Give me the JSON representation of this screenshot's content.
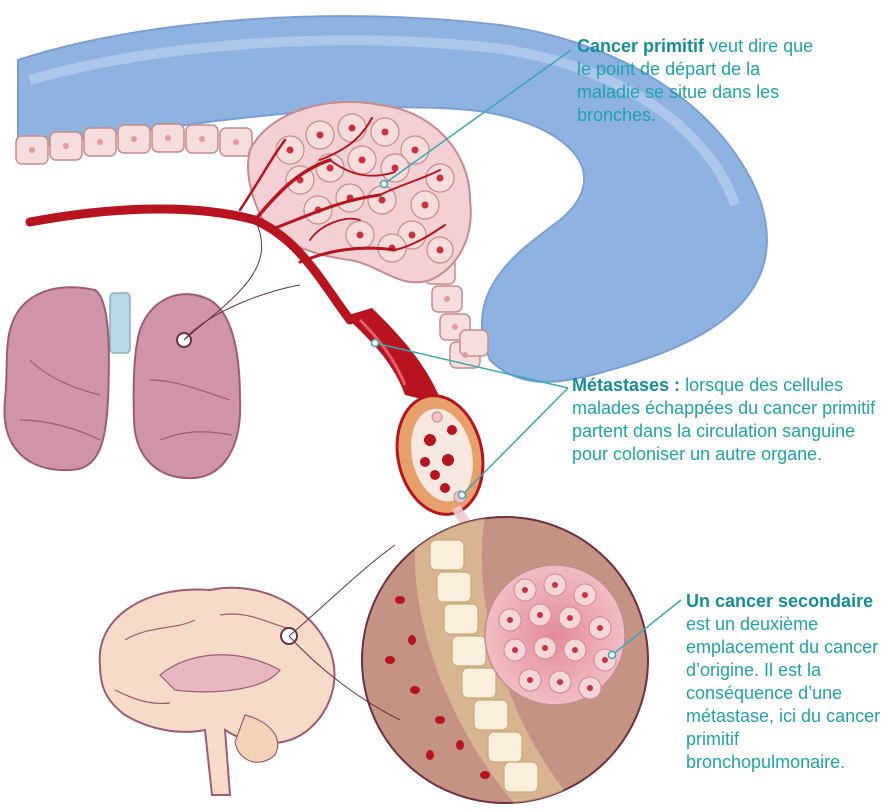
{
  "callouts": {
    "primary": {
      "title": "Cancer primitif",
      "text": "veut dire que le point de départ de la maladie se situe dans les bronches."
    },
    "metastases": {
      "title": "Métastases :",
      "text": "lorsque des cellules malades échappées du cancer primitif partent dans la circulation sanguine pour coloniser un autre organe."
    },
    "secondary": {
      "title": "Un cancer secondaire",
      "text": "est un deuxième emplacement du cancer d’origine. Il est la conséquence d’une métastase, ici du cancer primitif bronchopulmonaire."
    }
  },
  "colors": {
    "callout_text": "#1fa3ad",
    "leader_line": "#3aa7b4",
    "vessel": "#b8141f",
    "bronchus_tissue": "#8fb3e0",
    "cell_fill": "#f5d6d6",
    "lung": "#cf94a8",
    "brain": "#f6dcc8",
    "magnifier_fill": "#c59384"
  }
}
